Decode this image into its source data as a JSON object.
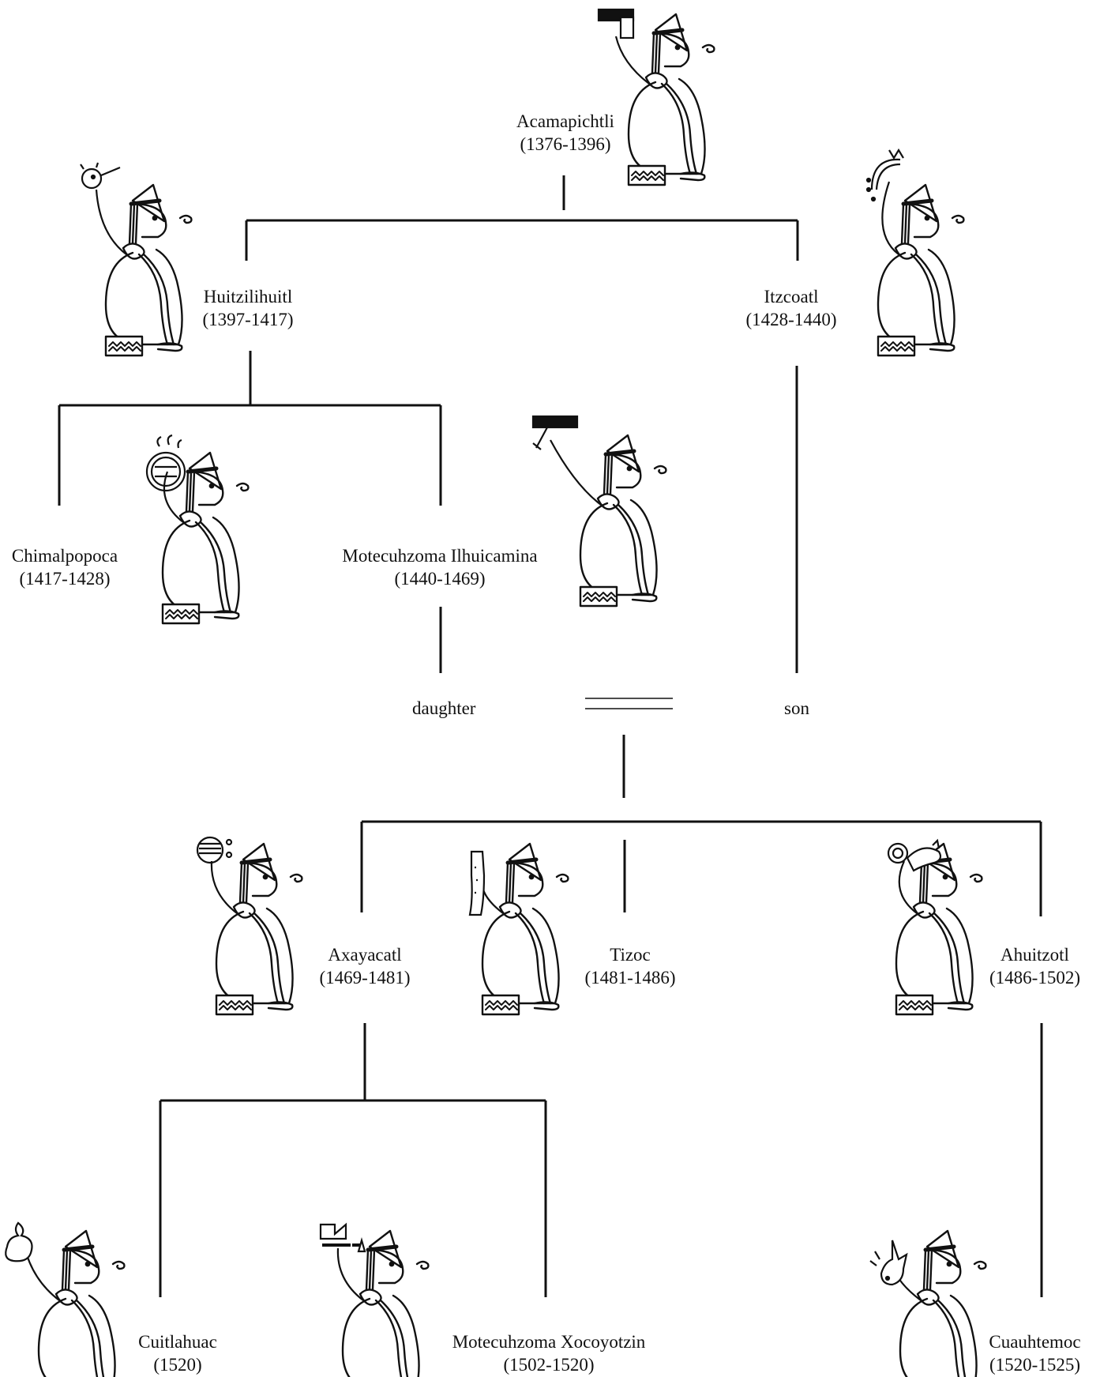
{
  "rulers": [
    {
      "id": "acamapichtli",
      "name": "Acamapichtli",
      "years": "(1376-1396)",
      "glyph": "arrows-in-hand-glyph"
    },
    {
      "id": "huitzilihuitl",
      "name": "Huitzilihuitl",
      "years": "(1397-1417)",
      "glyph": "hummingbird-glyph"
    },
    {
      "id": "itzcoatl",
      "name": "Itzcoatl",
      "years": "(1428-1440)",
      "glyph": "obsidian-serpent-glyph"
    },
    {
      "id": "chimalpopoca",
      "name": "Chimalpopoca",
      "years": "(1417-1428)",
      "glyph": "smoking-shield-glyph"
    },
    {
      "id": "motecuhzoma-ilhuicamina",
      "name": "Motecuhzoma Ilhuicamina",
      "years": "(1440-1469)",
      "glyph": "arrow-sky-glyph"
    },
    {
      "id": "axayacatl",
      "name": "Axayacatl",
      "years": "(1469-1481)",
      "glyph": "water-face-glyph"
    },
    {
      "id": "tizoc",
      "name": "Tizoc",
      "years": "(1481-1486)",
      "glyph": "pierced-leg-glyph"
    },
    {
      "id": "ahuitzotl",
      "name": "Ahuitzotl",
      "years": "(1486-1502)",
      "glyph": "water-beast-glyph"
    },
    {
      "id": "cuitlahuac",
      "name": "Cuitlahuac",
      "years": "(1520)",
      "glyph": "excrement-glyph"
    },
    {
      "id": "motecuhzoma-xocoyotzin",
      "name": "Motecuhzoma Xocoyotzin",
      "years": "(1502-1520)",
      "glyph": "crown-glyph"
    },
    {
      "id": "cuauhtemoc",
      "name": "Cuauhtemoc",
      "years": "(1520-1525)",
      "glyph": "descending-eagle-glyph"
    }
  ],
  "notes": {
    "daughter": "daughter",
    "son": "son"
  },
  "colors": {
    "ink": "#111111",
    "paper": "#ffffff"
  }
}
